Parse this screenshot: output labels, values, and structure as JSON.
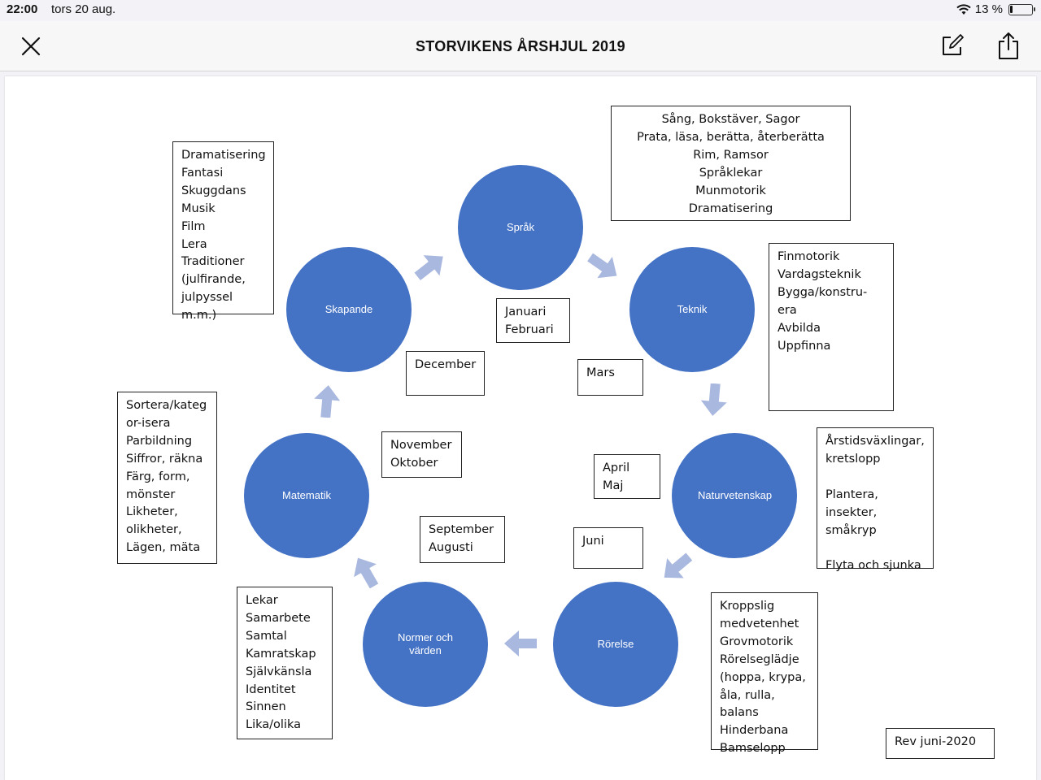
{
  "status_bar": {
    "time": "22:00",
    "date": "tors 20 aug.",
    "battery_text": "13 %",
    "battery_level_percent": 13
  },
  "nav": {
    "title": "STORVIKENS ÅRSHJUL 2019"
  },
  "icons": {
    "close": "close-icon",
    "edit": "edit-icon",
    "share": "share-icon",
    "wifi": "wifi-icon",
    "battery": "battery-icon"
  },
  "colors": {
    "circle": "#4472c4",
    "arrow": "#a9b8df"
  },
  "circles": {
    "sprak": "Språk",
    "teknik": "Teknik",
    "naturvetenskap": "Naturvetenskap",
    "rorelse": "Rörelse",
    "normer": "Normer och värden",
    "matematik": "Matematik",
    "skapande": "Skapande"
  },
  "months": {
    "jan_feb": "Januari\nFebruari",
    "mars": "Mars",
    "april_maj": "April\nMaj",
    "juni": "Juni",
    "sep_aug": "September\nAugusti",
    "nov_okt": "November\nOktober",
    "december": "December"
  },
  "topics": {
    "sprak": "Sång, Bokstäver, Sagor\nPrata, läsa, berätta, återberätta\nRim, Ramsor\nSpråklekar\nMunmotorik\nDramatisering",
    "teknik": "Finmotorik\nVardagsteknik\nBygga/konstru-era\nAvbilda\nUppfinna",
    "naturvetenskap": "Årstidsväxlingar,\nkretslopp\n\nPlantera,\ninsekter, småkryp\n\nFlyta och sjunka",
    "rorelse": "Kroppslig\nmedvetenhet\nGrovmotorik\nRörelseglädje\n(hoppa, krypa,\nåla, rulla, balans\nHinderbana\nBamselopp",
    "normer": "Lekar\nSamarbete\nSamtal\nKamratskap\nSjälvkänsla\nIdentitet\nSinnen\nLika/olika",
    "matematik": "Sortera/kateg\nor-isera\nParbildning\nSiffror, räkna\nFärg, form,\nmönster\nLikheter,\nolikheter,\nLägen, mäta",
    "skapande": "Dramatisering\nFantasi\nSkuggdans\nMusik\nFilm\nLera\nTraditioner\n(julfirande,\njulpyssel m.m.)"
  },
  "revision": "Rev juni-2020"
}
